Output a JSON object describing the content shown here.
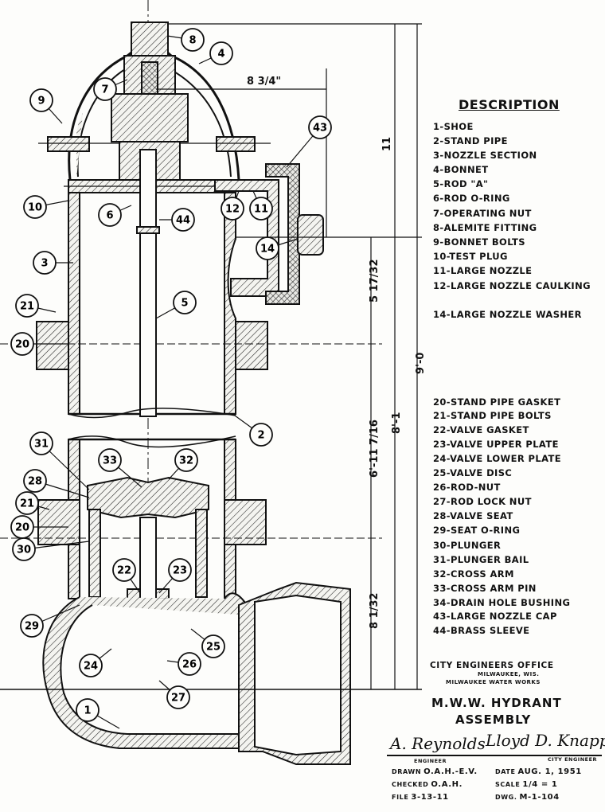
{
  "callouts": [
    {
      "label": "1"
    },
    {
      "label": "2"
    },
    {
      "label": "3"
    },
    {
      "label": "4"
    },
    {
      "label": "5"
    },
    {
      "label": "6"
    },
    {
      "label": "7"
    },
    {
      "label": "8"
    },
    {
      "label": "9"
    },
    {
      "label": "10"
    },
    {
      "label": "11"
    },
    {
      "label": "12"
    },
    {
      "label": "14"
    },
    {
      "label": "20"
    },
    {
      "label": "20"
    },
    {
      "label": "21"
    },
    {
      "label": "21"
    },
    {
      "label": "22"
    },
    {
      "label": "23"
    },
    {
      "label": "24"
    },
    {
      "label": "25"
    },
    {
      "label": "26"
    },
    {
      "label": "27"
    },
    {
      "label": "28"
    },
    {
      "label": "29"
    },
    {
      "label": "30"
    },
    {
      "label": "31"
    },
    {
      "label": "32"
    },
    {
      "label": "33"
    },
    {
      "label": "43"
    },
    {
      "label": "44"
    }
  ],
  "dimensions": {
    "nozzle_offset": "8 3/4\"",
    "bonnet_height": "11",
    "nozzle_height": "5 17/32",
    "standpipe_height": "6'-11 7/16",
    "valve_height": "8 1/32",
    "upper_total": "8'-1",
    "overall_height": "9'-0"
  },
  "description": {
    "heading": "DESCRIPTION",
    "items": [
      "1-SHOE",
      "2-STAND PIPE",
      "3-NOZZLE SECTION",
      "4-BONNET",
      "5-ROD \"A\"",
      "6-ROD O-RING",
      "7-OPERATING NUT",
      "8-ALEMITE FITTING",
      "9-BONNET BOLTS",
      "10-TEST PLUG",
      "11-LARGE NOZZLE",
      "12-LARGE NOZZLE CAULKING",
      "14-LARGE NOZZLE WASHER",
      "20-STAND PIPE GASKET",
      "21-STAND PIPE BOLTS",
      "22-VALVE GASKET",
      "23-VALVE UPPER PLATE",
      "24-VALVE LOWER PLATE",
      "25-VALVE DISC",
      "26-ROD-NUT",
      "27-ROD LOCK NUT",
      "28-VALVE SEAT",
      "29-SEAT O-RING",
      "30-PLUNGER",
      "31-PLUNGER BAIL",
      "32-CROSS ARM",
      "33-CROSS ARM PIN",
      "34-DRAIN HOLE BUSHING",
      "43-LARGE NOZZLE CAP",
      "44-BRASS SLEEVE"
    ]
  },
  "title_block": {
    "office": "CITY ENGINEERS OFFICE",
    "city": "MILWAUKEE, WIS.",
    "works": "MILWAUKEE WATER WORKS",
    "title_line1": "M.W.W. HYDRANT",
    "title_line2": "ASSEMBLY",
    "signature_engineer": "A. Reynolds",
    "signature_city_engineer": "Lloyd D. Knapp",
    "engineer_label": "ENGINEER",
    "city_engineer_label": "CITY ENGINEER",
    "drawn_label": "DRAWN",
    "drawn_value": "O.A.H.-E.V.",
    "checked_label": "CHECKED",
    "checked_value": "O.A.H.",
    "file_label": "FILE",
    "file_value": "3-13-11",
    "date_label": "DATE",
    "date_value": "AUG. 1, 1951",
    "scale_label": "SCALE",
    "scale_value": "1/4 = 1",
    "dwg_label": "DWG.",
    "dwg_value": "M-1-104"
  }
}
